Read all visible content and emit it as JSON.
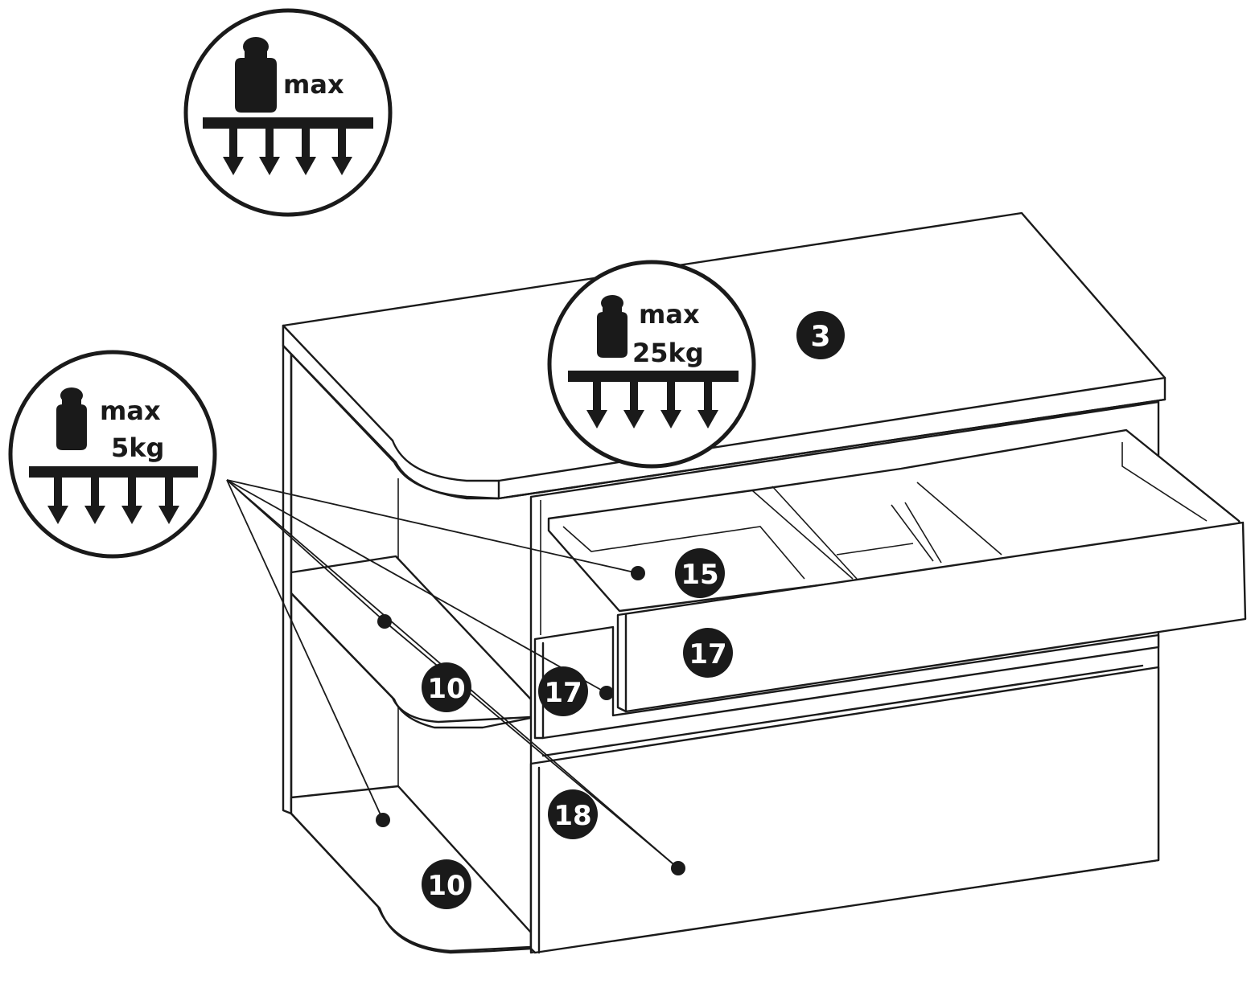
{
  "load_icons": {
    "general": {
      "text": "max"
    },
    "top": {
      "text": "max",
      "weight": "25kg"
    },
    "shelf": {
      "text": "max",
      "weight": "5kg"
    }
  },
  "part_labels": {
    "top": "3",
    "drawer_upper": "15",
    "drawer_front_upper": "17",
    "drawer_front_middle": "17",
    "shelf_middle": "10",
    "shelf_bottom": "10",
    "drawer_lower": "18"
  },
  "colors": {
    "ink": "#1a1a1a",
    "paper": "#ffffff"
  }
}
